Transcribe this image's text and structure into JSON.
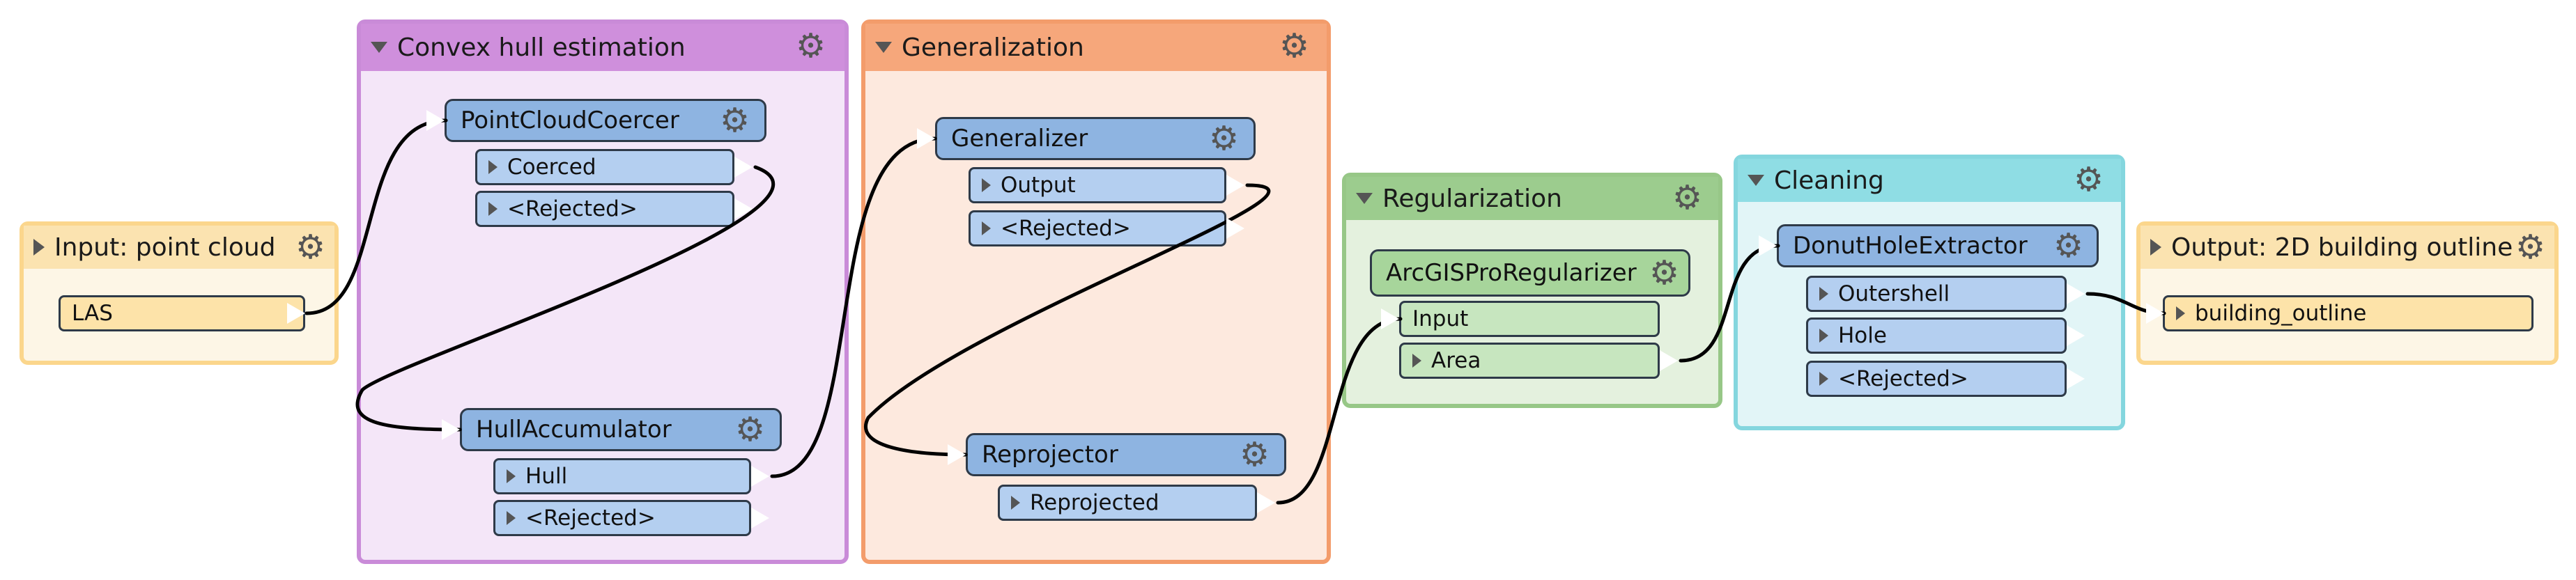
{
  "bookmarks": {
    "input": "Input: point cloud",
    "convex_hull": "Convex hull estimation",
    "generalization": "Generalization",
    "regularization": "Regularization",
    "cleaning": "Cleaning",
    "output": "Output: 2D building outline"
  },
  "transformers": {
    "point_cloud_coercer": "PointCloudCoercer",
    "hull_accumulator": "HullAccumulator",
    "generalizer": "Generalizer",
    "reprojector": "Reprojector",
    "arcgis_regularizer": "ArcGISProRegularizer",
    "donut_hole_extractor": "DonutHoleExtractor"
  },
  "ports": {
    "las": "LAS",
    "coerced": "Coerced",
    "rejected": "<Rejected>",
    "hull": "Hull",
    "output": "Output",
    "reprojected": "Reprojected",
    "input": "Input",
    "area": "Area",
    "outershell": "Outershell",
    "hole": "Hole",
    "building_outline": "building_outline"
  },
  "colors": {
    "input_bookmark": "#fbe3b0",
    "convex_bookmark": "#cf8fdc",
    "generalization_bookmark": "#f6a77b",
    "regularization_bookmark": "#9ccc8e",
    "cleaning_bookmark": "#8fdde4",
    "output_bookmark": "#fbe3b0",
    "transformer": "#8eb4e1",
    "port": "#b4cff0"
  },
  "icons": {
    "settings": "gear-icon",
    "collapse": "triangle-down-icon",
    "expand": "triangle-right-icon"
  }
}
